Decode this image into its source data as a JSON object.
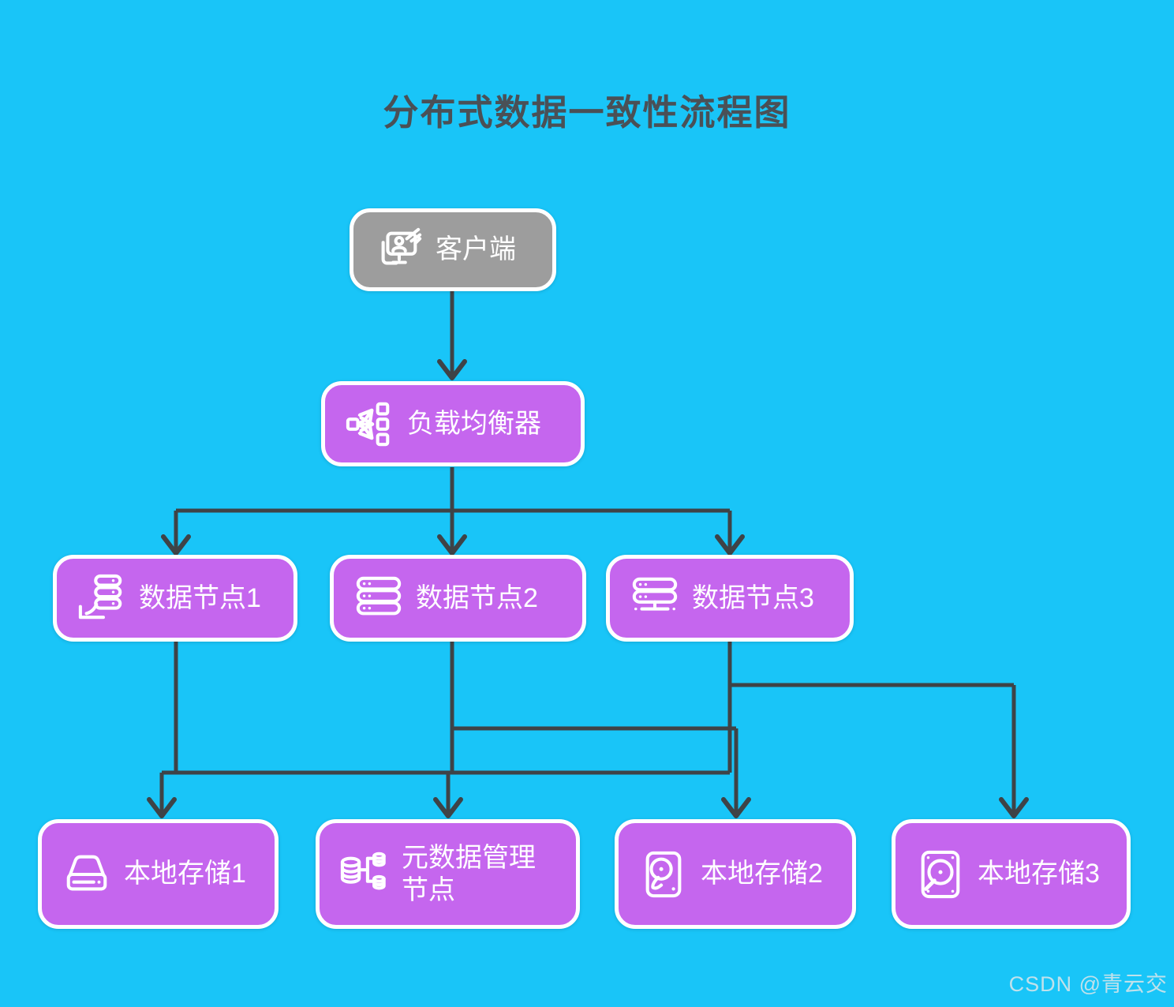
{
  "title": "分布式数据一致性流程图",
  "watermark": "CSDN @青云交",
  "colors": {
    "background": "#19c5f8",
    "node_purple": "#c566ee",
    "node_gray": "#9d9d9d",
    "line": "#3e4347",
    "text": "#ffffff",
    "title_text": "#4a5056",
    "watermark": "#e9e9e9"
  },
  "nodes": {
    "client": {
      "label": "客户端",
      "icon": "client-monitor-icon"
    },
    "load_balancer": {
      "label": "负载均衡器",
      "icon": "load-balancer-icon"
    },
    "data_node_1": {
      "label": "数据节点1",
      "icon": "server-stack-hand-icon"
    },
    "data_node_2": {
      "label": "数据节点2",
      "icon": "server-rack-icon"
    },
    "data_node_3": {
      "label": "数据节点3",
      "icon": "server-network-icon"
    },
    "local_storage_1": {
      "label": "本地存储1",
      "icon": "hard-drive-icon"
    },
    "metadata_node": {
      "label": "元数据管理节点",
      "icon": "database-branch-icon"
    },
    "local_storage_2": {
      "label": "本地存储2",
      "icon": "hard-disk-platter-icon"
    },
    "local_storage_3": {
      "label": "本地存储3",
      "icon": "hard-disk-screws-icon"
    }
  },
  "edges": [
    {
      "from": "client",
      "to": "load_balancer"
    },
    {
      "from": "load_balancer",
      "to": "data_node_1"
    },
    {
      "from": "load_balancer",
      "to": "data_node_2"
    },
    {
      "from": "load_balancer",
      "to": "data_node_3"
    },
    {
      "from": "data_node_1",
      "to": "local_storage_1"
    },
    {
      "from": "data_node_2",
      "to": "metadata_node"
    },
    {
      "from": "data_node_3",
      "to": "local_storage_2"
    },
    {
      "from": "data_node_3",
      "to": "local_storage_3"
    }
  ]
}
